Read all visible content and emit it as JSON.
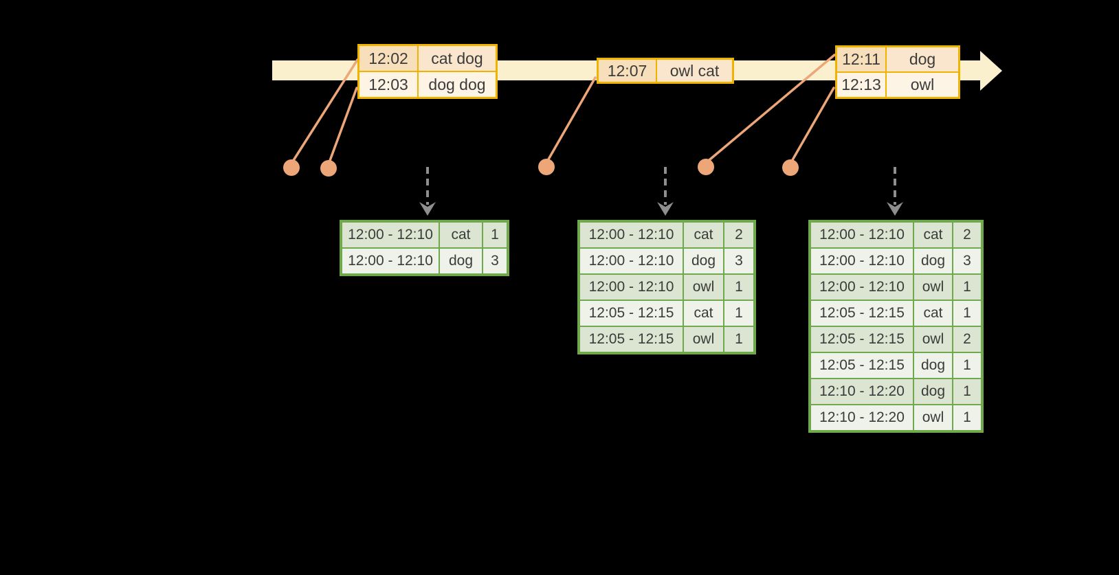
{
  "colors": {
    "background": "#000000",
    "timeline_band": "#faf0cd",
    "event_box_border": "#f0b400",
    "event_row_dark_time": "#f8dfbc",
    "event_row_dark_word": "#f9e6cc",
    "event_row_light": "#fdf4e6",
    "connector_orange": "#eda678",
    "trigger_arrow_gray": "#8f8f8f",
    "table_border_green": "#70a84e",
    "table_row_dark": "#dce5d2",
    "table_row_light": "#eef2e8",
    "text": "#3b3b3b"
  },
  "icons": {
    "timeline_arrowhead": "right-arrowhead",
    "trigger_arrow": "dashed-down-arrow",
    "event_marker": "filled-circle-dot"
  },
  "event_boxes": [
    {
      "rows": [
        {
          "time": "12:02",
          "text": "cat dog"
        },
        {
          "time": "12:03",
          "text": "dog dog"
        }
      ]
    },
    {
      "rows": [
        {
          "time": "12:07",
          "text": "owl cat"
        }
      ]
    },
    {
      "rows": [
        {
          "time": "12:11",
          "text": "dog"
        },
        {
          "time": "12:13",
          "text": "owl"
        }
      ]
    }
  ],
  "result_tables": [
    {
      "rows": [
        [
          "12:00 - 12:10",
          "cat",
          "1"
        ],
        [
          "12:00 - 12:10",
          "dog",
          "3"
        ]
      ]
    },
    {
      "rows": [
        [
          "12:00 - 12:10",
          "cat",
          "2"
        ],
        [
          "12:00 - 12:10",
          "dog",
          "3"
        ],
        [
          "12:00 - 12:10",
          "owl",
          "1"
        ],
        [
          "12:05 - 12:15",
          "cat",
          "1"
        ],
        [
          "12:05 - 12:15",
          "owl",
          "1"
        ]
      ]
    },
    {
      "rows": [
        [
          "12:00 - 12:10",
          "cat",
          "2"
        ],
        [
          "12:00 - 12:10",
          "dog",
          "3"
        ],
        [
          "12:00 - 12:10",
          "owl",
          "1"
        ],
        [
          "12:05 - 12:15",
          "cat",
          "1"
        ],
        [
          "12:05 - 12:15",
          "owl",
          "2"
        ],
        [
          "12:05 - 12:15",
          "dog",
          "1"
        ],
        [
          "12:10 - 12:20",
          "dog",
          "1"
        ],
        [
          "12:10 - 12:20",
          "owl",
          "1"
        ]
      ]
    }
  ]
}
